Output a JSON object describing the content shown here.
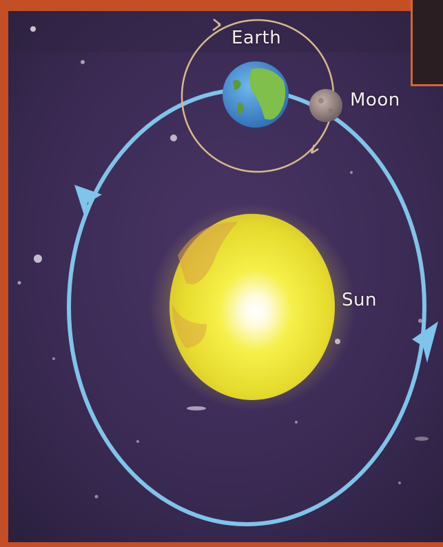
{
  "labels": {
    "earth": "Earth",
    "moon": "Moon",
    "sun": "Sun"
  },
  "colors": {
    "space": "#3b2a55",
    "border": "#d2672e",
    "earth_orbit": "#7fc4ea",
    "moon_orbit": "#d9b98c",
    "sun": "#f3e93a",
    "earth_ocean": "#4a93d8",
    "earth_land": "#7fbf4a",
    "moon": "#9a8a88",
    "label_text": "#f4f1ee"
  },
  "icons": {
    "earth_orbit_arrows": "arrow-icon",
    "moon_orbit_arrows": "arrow-icon"
  }
}
